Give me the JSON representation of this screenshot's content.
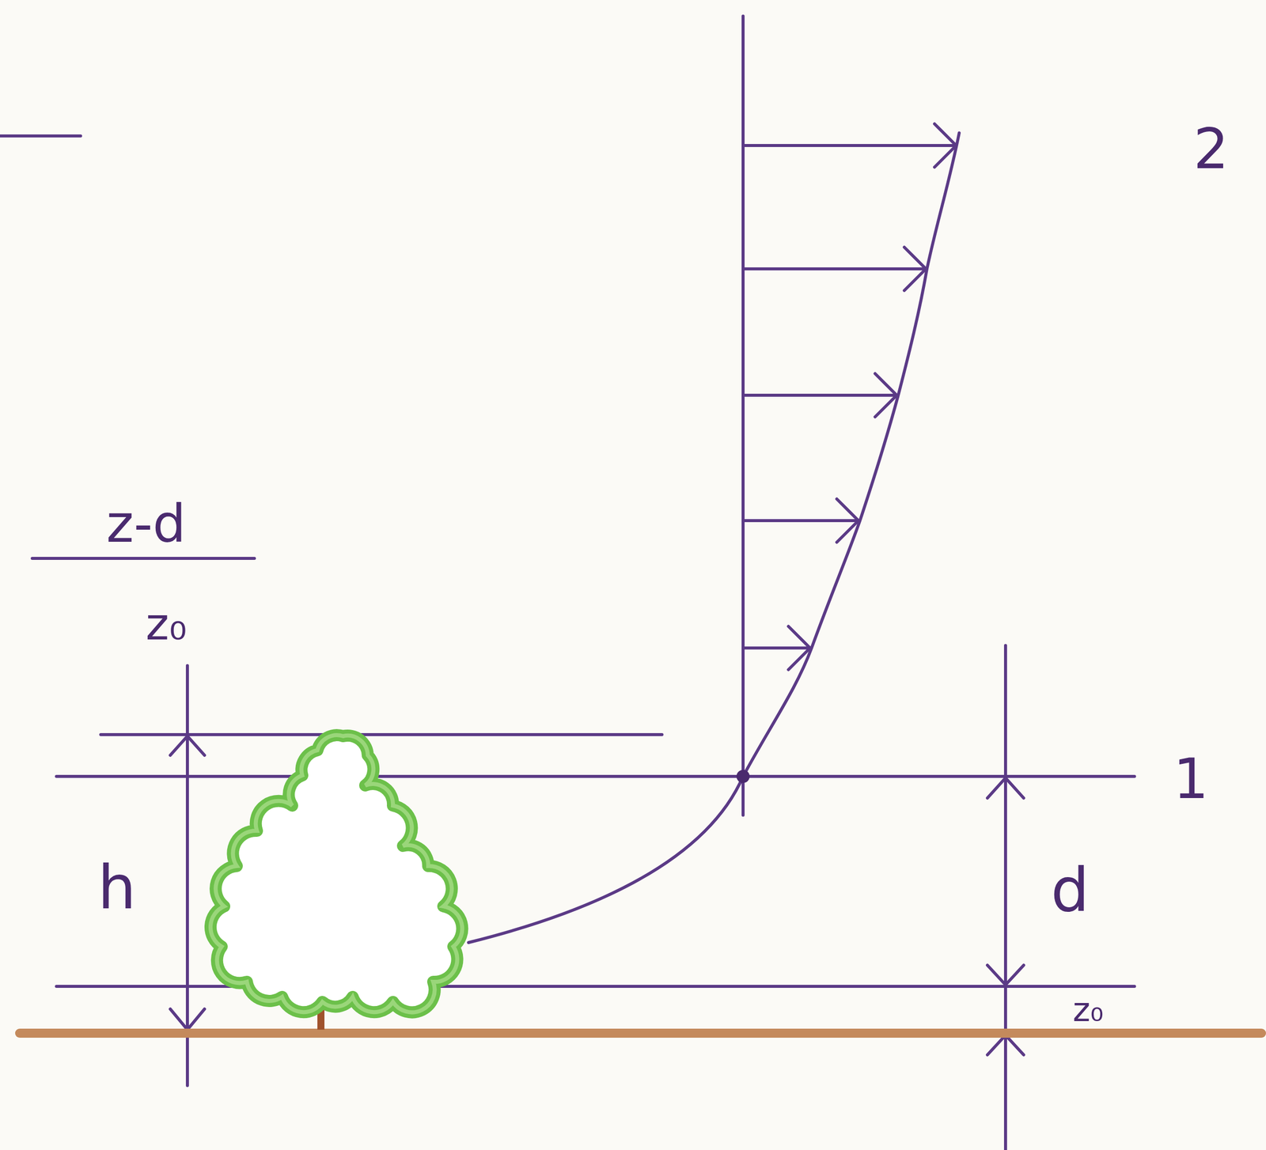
{
  "diagram": {
    "labels": [
      "z-d",
      "z₀",
      "h",
      "d",
      "z₀",
      "2",
      "1"
    ]
  }
}
